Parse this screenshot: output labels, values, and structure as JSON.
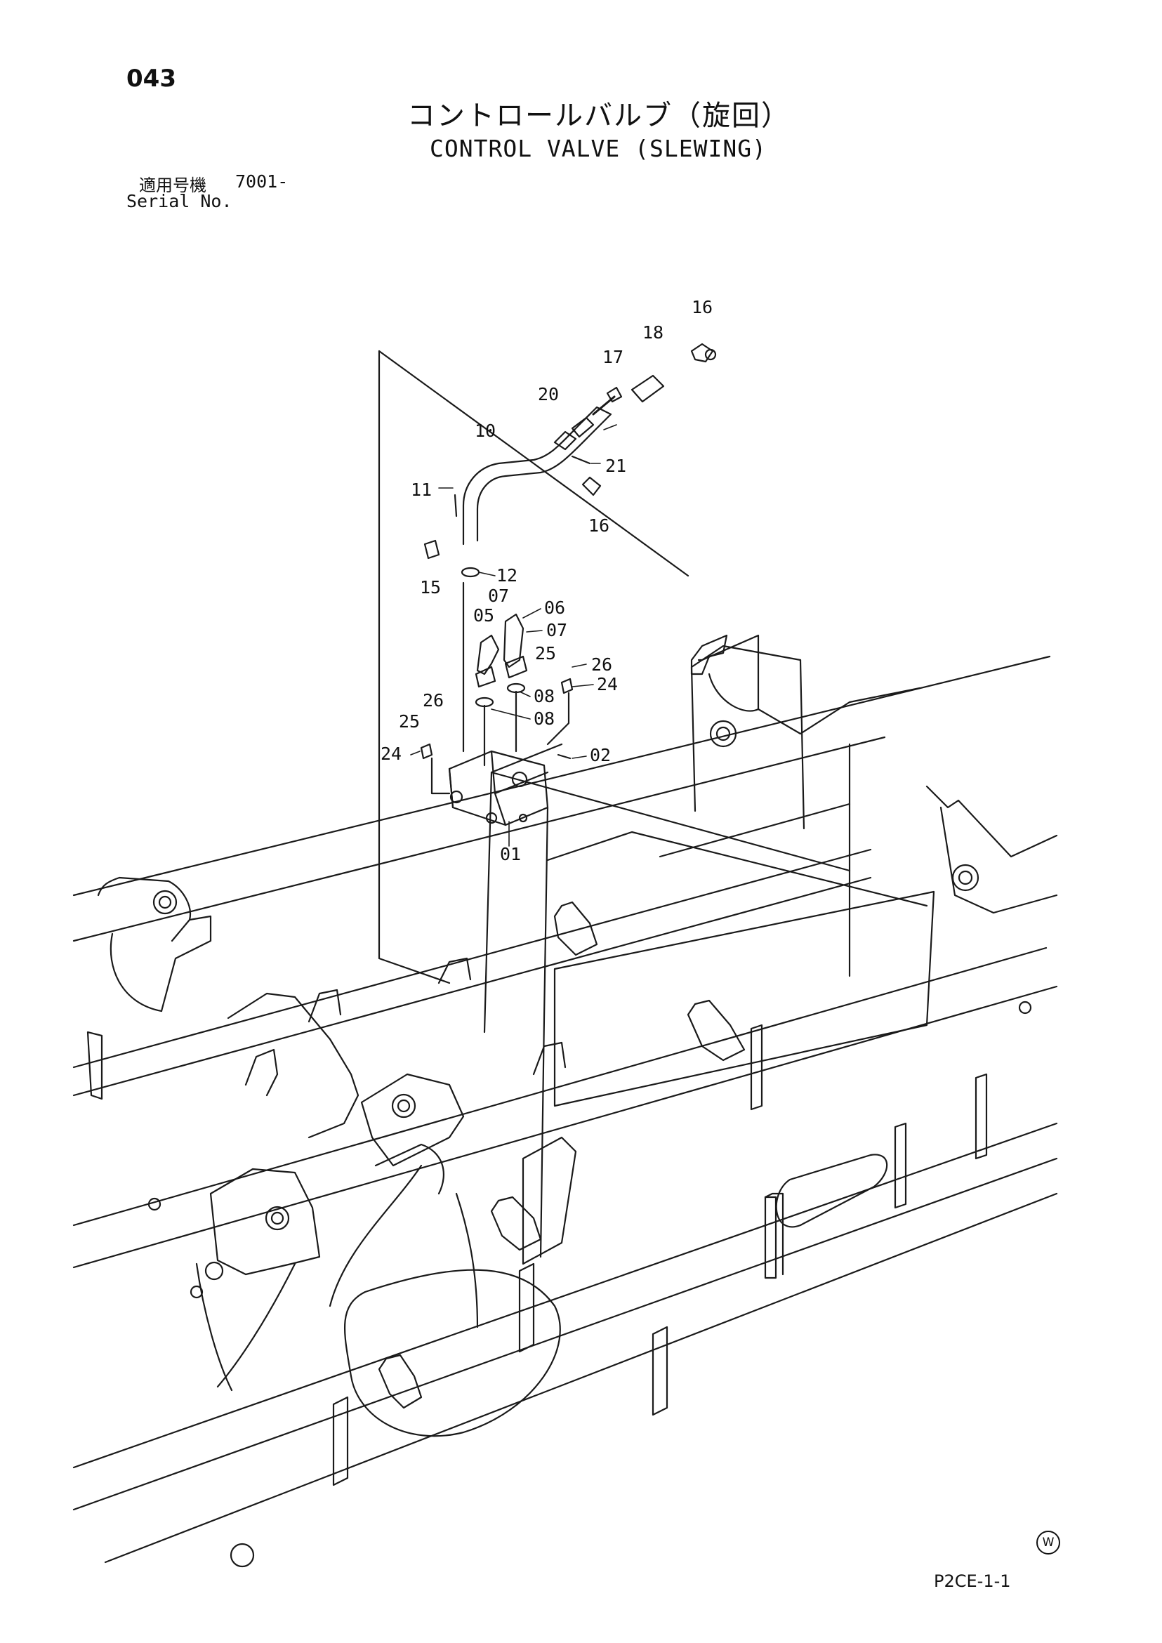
{
  "page": {
    "number": "043",
    "title_jp": "コントロールバルブ（旋回）",
    "title_en": "CONTROL VALVE (SLEWING)",
    "serial_label_jp": "適用号機",
    "serial_label_en": "Serial No.",
    "serial_value": "7001-",
    "drawing_code": "P2CE-1-1",
    "corner_mark": "W"
  },
  "callouts": [
    "16",
    "18",
    "17",
    "20",
    "10",
    "21",
    "11",
    "16",
    "15",
    "12",
    "07",
    "06",
    "05",
    "07",
    "25",
    "26",
    "24",
    "08",
    "26",
    "08",
    "25",
    "24",
    "02",
    "01"
  ]
}
